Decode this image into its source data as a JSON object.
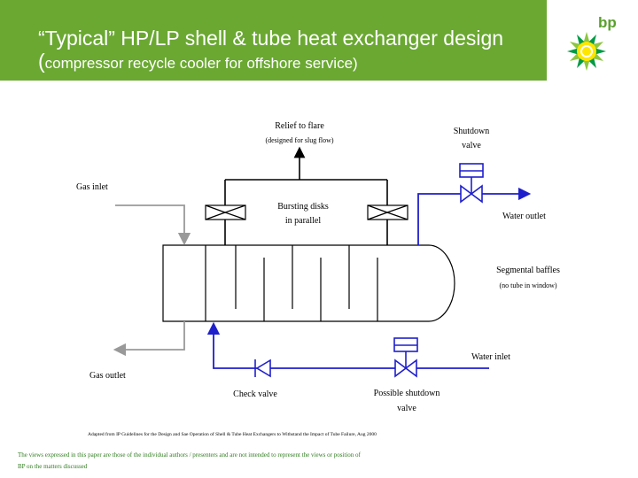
{
  "header": {
    "title_line1": "“Typical” HP/LP shell & tube heat exchanger design",
    "title_open_paren": "(",
    "title_line2": "compressor recycle cooler for offshore service)"
  },
  "logo": {
    "text": "bp"
  },
  "diagram": {
    "relief_to_flare": "Relief to flare",
    "relief_note": "(designed for slug flow)",
    "shutdown_valve_line1": "Shutdown",
    "shutdown_valve_line2": "valve",
    "gas_inlet": "Gas inlet",
    "bursting_disks_line1": "Bursting disks",
    "bursting_disks_line2": "in parallel",
    "water_outlet": "Water outlet",
    "segmental_baffles": "Segmental baffles",
    "baffles_note": "(no tube in window)",
    "water_inlet": "Water inlet",
    "gas_outlet": "Gas outlet",
    "check_valve": "Check valve",
    "possible_shutdown_line1": "Possible shutdown",
    "possible_shutdown_line2": "valve"
  },
  "footer": {
    "reference": "Adapted from IP Guidelines for the Design and Sae Operation of Shell & Tube Heat Exchangers to Withstand the Impact of Tube Failure, Aug 2000",
    "disclaimer_line1": "The views expressed in this paper are those of the individual authors / presenters and are not intended to represent the views or position of",
    "disclaimer_line2": "BP on the matters discussed"
  },
  "colors": {
    "banner": "#6aa832",
    "water_line": "#1f1fcc",
    "gas_line": "#999999",
    "disclaimer": "#2e7d1e"
  }
}
